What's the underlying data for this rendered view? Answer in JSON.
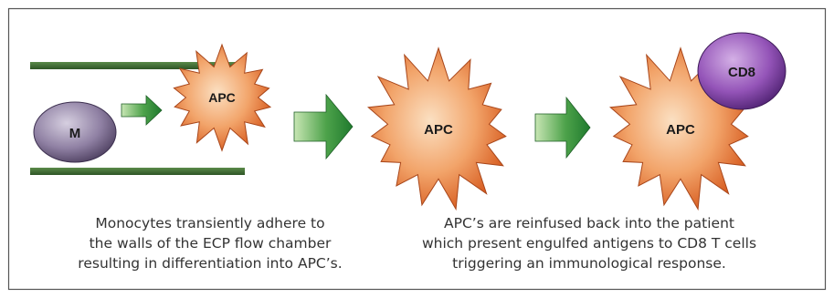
{
  "labels": {
    "monocyte": "M",
    "apc_stage1": "APC",
    "apc_stage2": "APC",
    "apc_stage3": "APC",
    "cd8": "CD8"
  },
  "captions": {
    "left": [
      "Monocytes transiently adhere to",
      "the walls of the ECP flow chamber",
      "resulting in differentiation into APC’s."
    ],
    "right": [
      "APC’s are reinfused back into the patient",
      "which present engulfed antigens to CD8 T cells",
      "triggering an immunological response."
    ]
  },
  "colors": {
    "frame": "#555555",
    "chamber_wall": "#3b6b2f",
    "arrow_light": "#c8e6b4",
    "arrow_dark": "#1f7a2e",
    "apc_center": "#f8c9a0",
    "apc_edge": "#d65a1e",
    "monocyte_light": "#c9bfd6",
    "monocyte_dark": "#5a4b6c",
    "cd8_light": "#b888d0",
    "cd8_dark": "#5a2a80"
  }
}
